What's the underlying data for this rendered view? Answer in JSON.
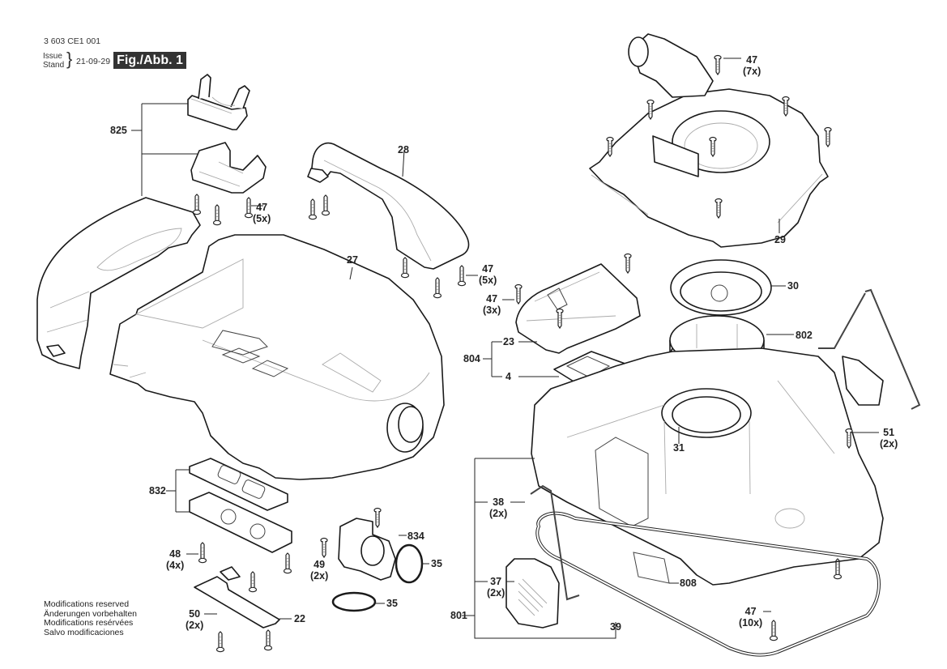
{
  "header": {
    "document_number": "3 603 CE1 001",
    "issue_label": "Issue",
    "stand_label": "Stand",
    "date": "21-09-29",
    "figure_badge": "Fig./Abb. 1"
  },
  "notes": [
    "Modifications reserved",
    "Änderungen vorbehalten",
    "Modifications resérvées",
    "Salvo modificaciones"
  ],
  "callouts": [
    {
      "id": "c825",
      "part": "825",
      "qty": ""
    },
    {
      "id": "c47-5x-a",
      "part": "47",
      "qty": "(5x)"
    },
    {
      "id": "c28",
      "part": "28",
      "qty": ""
    },
    {
      "id": "c27",
      "part": "27",
      "qty": ""
    },
    {
      "id": "c47-5x-b",
      "part": "47",
      "qty": "(5x)"
    },
    {
      "id": "c47-3x",
      "part": "47",
      "qty": "(3x)"
    },
    {
      "id": "c23",
      "part": "23",
      "qty": ""
    },
    {
      "id": "c804",
      "part": "804",
      "qty": ""
    },
    {
      "id": "c4",
      "part": "4",
      "qty": ""
    },
    {
      "id": "c47-7x",
      "part": "47",
      "qty": "(7x)"
    },
    {
      "id": "c29",
      "part": "29",
      "qty": ""
    },
    {
      "id": "c30",
      "part": "30",
      "qty": ""
    },
    {
      "id": "c802",
      "part": "802",
      "qty": ""
    },
    {
      "id": "c31",
      "part": "31",
      "qty": ""
    },
    {
      "id": "c51",
      "part": "51",
      "qty": "(2x)"
    },
    {
      "id": "c832",
      "part": "832",
      "qty": ""
    },
    {
      "id": "c48",
      "part": "48",
      "qty": "(4x)"
    },
    {
      "id": "c49",
      "part": "49",
      "qty": "(2x)"
    },
    {
      "id": "c834",
      "part": "834",
      "qty": ""
    },
    {
      "id": "c35-a",
      "part": "35",
      "qty": ""
    },
    {
      "id": "c35-b",
      "part": "35",
      "qty": ""
    },
    {
      "id": "c50",
      "part": "50",
      "qty": "(2x)"
    },
    {
      "id": "c22",
      "part": "22",
      "qty": ""
    },
    {
      "id": "c38",
      "part": "38",
      "qty": "(2x)"
    },
    {
      "id": "c37",
      "part": "37",
      "qty": "(2x)"
    },
    {
      "id": "c801",
      "part": "801",
      "qty": ""
    },
    {
      "id": "c39",
      "part": "39",
      "qty": ""
    },
    {
      "id": "c808",
      "part": "808",
      "qty": ""
    },
    {
      "id": "c47-10x",
      "part": "47",
      "qty": "(10x)"
    }
  ]
}
